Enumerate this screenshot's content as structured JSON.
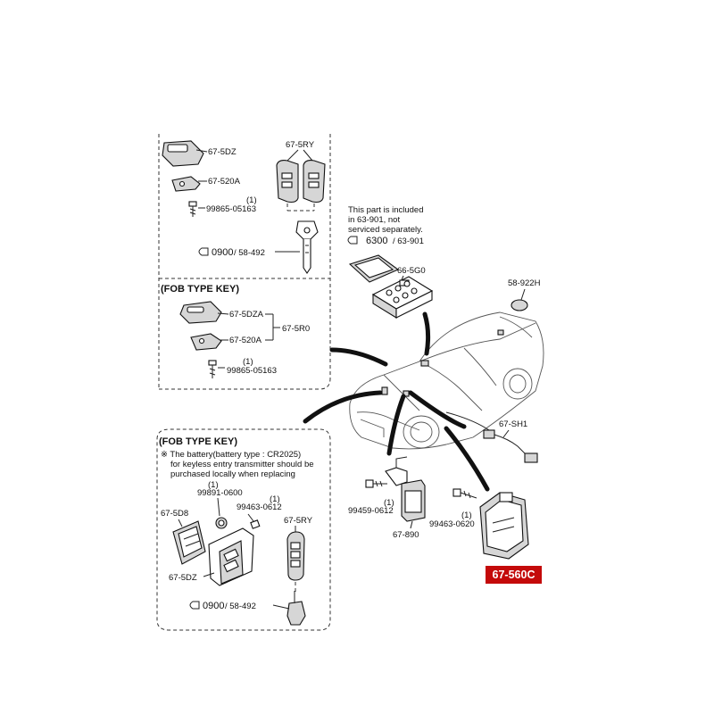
{
  "panel_top": {
    "part_67_5DZ": "67-5DZ",
    "part_67_520A": "67-520A",
    "qty_1": "(1)",
    "screw_99865": "99865-05163",
    "part_67_5RY": "67-5RY",
    "ref_0900": "0900",
    "ref_58_492": "/ 58-492"
  },
  "panel_fob1": {
    "header": "(FOB TYPE KEY)",
    "part_67_5DZA": "67-5DZA",
    "part_67_520A": "67-520A",
    "part_67_5R0": "67-5R0",
    "qty_1": "(1)",
    "screw_99865": "99865-05163"
  },
  "note": {
    "line1": "This part is included",
    "line2": "in  63-901, not",
    "line3": "serviced separately.",
    "ref_6300": "6300",
    "ref_63_901": "/ 63-901"
  },
  "center": {
    "part_66_5G0": "66-5G0",
    "part_58_922H": "58-922H",
    "part_67_SH1": "67-SH1",
    "qty_a": "(1)",
    "screw_99459": "99459-0612",
    "part_67_890": "67-890",
    "qty_b": "(1)",
    "screw_99463": "99463-0620",
    "highlight_part": "67-560C"
  },
  "panel_fob2": {
    "header": "(FOB TYPE KEY)",
    "note_line1": "※ The battery(battery type : CR2025)",
    "note_line2": "for keyless entry transmitter should be",
    "note_line3": "purchased locally when replacing",
    "qty_a": "(1)",
    "screw_99891": "99891-0600",
    "qty_b": "(1)",
    "screw_99463": "99463-0612",
    "part_67_5D8": "67-5D8",
    "part_67_5RY": "67-5RY",
    "part_67_5DZ": "67-5DZ",
    "ref_0900": "0900",
    "ref_58_492": "/ 58-492"
  },
  "colors": {
    "highlight_bg": "#c40a0a",
    "highlight_text": "#ffffff",
    "line": "#111111"
  }
}
